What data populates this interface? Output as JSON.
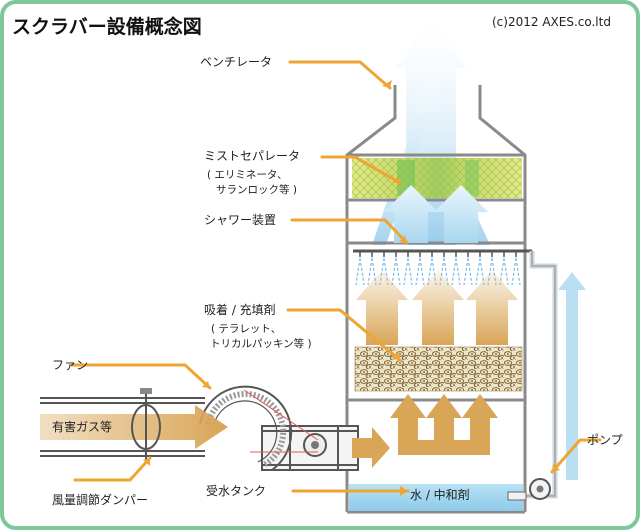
{
  "title": "スクラバー設備概念図",
  "copyright": "(c)2012 AXES.co.ltd",
  "labels": {
    "ventilator": "ベンチレータ",
    "mist_separator": "ミストセパレータ",
    "mist_separator_note1": "( エリミネータ、",
    "mist_separator_note2": "サランロック等 )",
    "shower": "シャワー装置",
    "adsorbent": "吸着 / 充填剤",
    "adsorbent_note1": "( テラレット、",
    "adsorbent_note2": "トリカルパッキン等 )",
    "fan": "ファン",
    "harmful_gas": "有害ガス等",
    "damper": "風量調節ダンパー",
    "tank": "受水タンク",
    "pump": "ポンプ",
    "water": "水 / 中和剤"
  },
  "colors": {
    "frame": "#7fc79a",
    "leader": "#eea531",
    "gas_arrow": "#d8a455",
    "clean_arrow": "#a9d6ef",
    "water": "#9fd3ef",
    "mist_pad": "#d3e27a"
  }
}
